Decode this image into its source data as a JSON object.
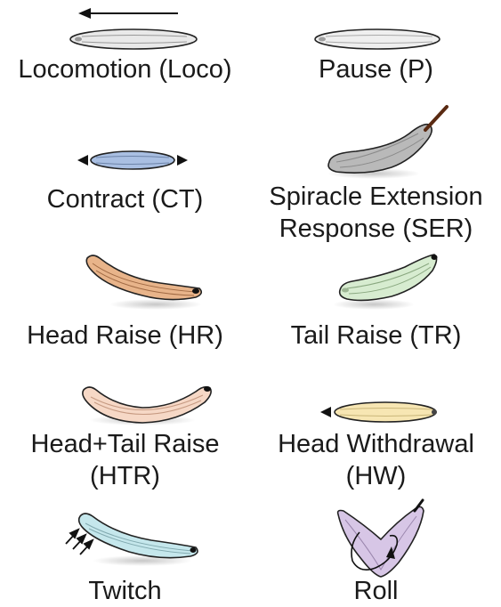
{
  "behaviors": [
    {
      "key": "loco",
      "label": "Locomotion (Loco)",
      "color": "#e9e9e9",
      "icon": "larva-crawling-icon"
    },
    {
      "key": "pause",
      "label": "Pause (P)",
      "color": "#efefef",
      "icon": "larva-paused-icon"
    },
    {
      "key": "ct",
      "label": "Contract (CT)",
      "color": "#a9bfe2",
      "icon": "larva-contracting-icon"
    },
    {
      "key": "ser",
      "label_line1": "Spiracle Extension",
      "label_line2": "Response (SER)",
      "color": "#b9b9b9",
      "icon": "larva-spiracle-extension-icon"
    },
    {
      "key": "hr",
      "label": "Head Raise (HR)",
      "color": "#e8b48a",
      "icon": "larva-head-raise-icon"
    },
    {
      "key": "tr",
      "label": "Tail Raise (TR)",
      "color": "#d7ecd0",
      "icon": "larva-tail-raise-icon"
    },
    {
      "key": "htr",
      "label_line1": "Head+Tail Raise",
      "label_line2": "(HTR)",
      "color": "#f6d8c6",
      "icon": "larva-head-tail-raise-icon"
    },
    {
      "key": "hw",
      "label_line1": "Head Withdrawal",
      "label_line2": "(HW)",
      "color": "#f7e6b3",
      "icon": "larva-head-withdrawal-icon"
    },
    {
      "key": "twitch",
      "label": "Twitch",
      "color": "#c5e7ec",
      "icon": "larva-twitch-icon"
    },
    {
      "key": "roll",
      "label": "Roll",
      "color": "#d7c6e6",
      "icon": "larva-roll-icon"
    }
  ]
}
